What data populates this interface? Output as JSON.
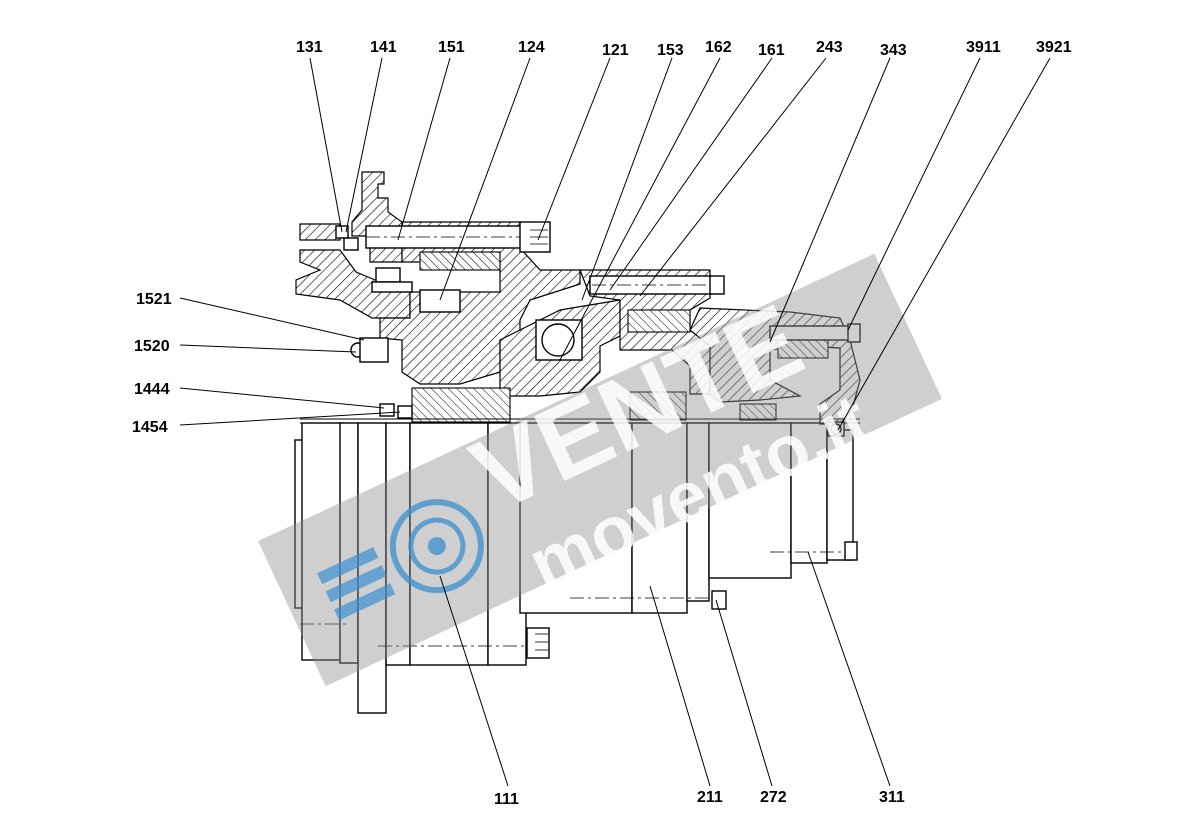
{
  "drawing": {
    "part_labels": [
      "131",
      "141",
      "151",
      "124",
      "121",
      "153",
      "162",
      "161",
      "243",
      "343",
      "3911",
      "3921",
      "1521",
      "1520",
      "1444",
      "1454",
      "111",
      "211",
      "272",
      "311"
    ]
  },
  "watermark": {
    "brand_word": "VENTE",
    "site_text": "movento.it"
  },
  "colors": {
    "ink": "#000000",
    "watermark_band": "#8c8c8c",
    "watermark_band_opacity": 0.42,
    "watermark_blue": "#3a8fd0"
  }
}
